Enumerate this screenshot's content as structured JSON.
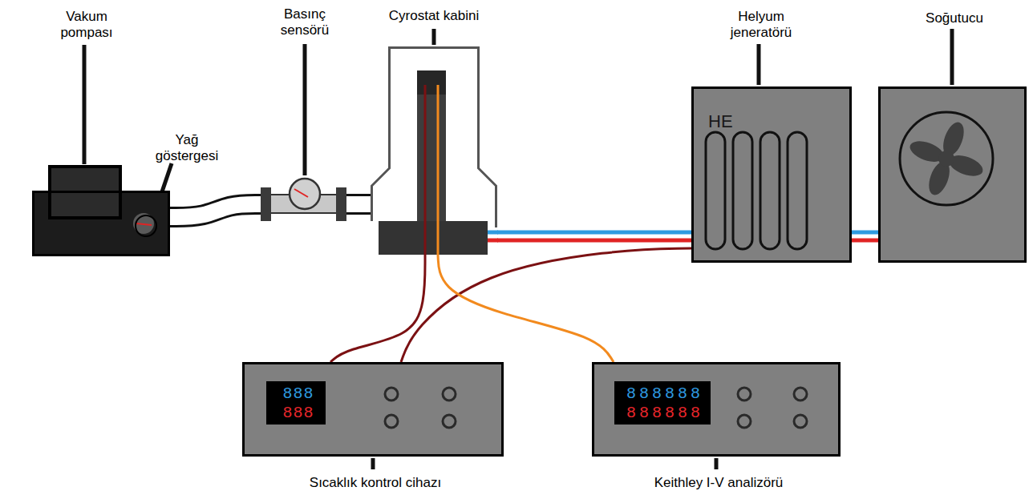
{
  "diagram": {
    "nodes": [
      {
        "text": [
          "Vakum pompası"
        ]
      },
      {
        "text": [
          "Yağ göstergesi"
        ],
        "in": 0
      },
      {
        "text": [
          "Basınç sensörü"
        ]
      },
      {
        "text": [
          "Cyrostat kabini"
        ]
      },
      {
        "text": [
          "Helyum jeneratörü",
          "HE"
        ]
      },
      {
        "text": [
          "Soğutucu"
        ]
      },
      {
        "text": [
          "Sıcaklık kontrol cihazı",
          "888",
          "888"
        ]
      },
      {
        "text": [
          "Keithley I-V analizörü",
          "888888",
          "888888"
        ]
      }
    ],
    "edges": [
      {
        "from": 0,
        "to": 2,
        "arrow": "none"
      },
      {
        "from": 2,
        "to": 3,
        "arrow": "none"
      },
      {
        "from": 3,
        "to": 4,
        "arrow": "none"
      },
      {
        "from": 3,
        "to": 4,
        "arrow": "none"
      },
      {
        "from": 4,
        "to": 5,
        "arrow": "none"
      },
      {
        "from": 4,
        "to": 5,
        "arrow": "none"
      },
      {
        "from": 3,
        "to": 6,
        "arrow": "none"
      },
      {
        "from": 4,
        "to": 6,
        "arrow": "none"
      },
      {
        "from": 3,
        "to": 7,
        "arrow": "none"
      }
    ]
  }
}
